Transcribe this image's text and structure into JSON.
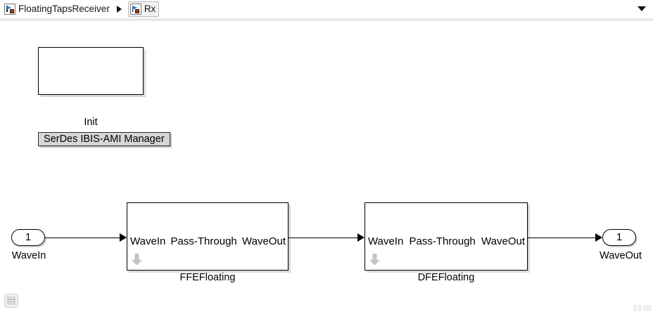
{
  "breadcrumb": {
    "items": [
      {
        "label": "FloatingTapsReceiver",
        "icon": "simulink-model-icon",
        "active": false
      },
      {
        "label": "Rx",
        "icon": "simulink-subsystem-icon",
        "active": true
      }
    ],
    "separator": "chevron-right-icon",
    "overflow_icon": "chevron-down-icon"
  },
  "canvas": {
    "init": {
      "label": "Init",
      "body_text": ""
    },
    "serdes_button": {
      "label": "SerDes IBIS-AMI Manager"
    },
    "ports": {
      "input": {
        "number": "1",
        "label": "WaveIn"
      },
      "output": {
        "number": "1",
        "label": "WaveOut"
      }
    },
    "blocks": [
      {
        "name": "FFEFloating",
        "input_label": "WaveIn",
        "mode_label": "Pass-Through",
        "output_label": "WaveOut",
        "mask_icon": "down-arrow-icon"
      },
      {
        "name": "DFEFloating",
        "input_label": "WaveIn",
        "mode_label": "Pass-Through",
        "output_label": "WaveOut",
        "mask_icon": "down-arrow-icon"
      }
    ]
  },
  "status_bar": {
    "layers_icon": "layers-icon",
    "resize_grip": "resize-grip-icon"
  },
  "colors": {
    "canvas_background": "#ffffff",
    "block_border": "#000000",
    "block_shadow": "#d8d8d8",
    "button_face": "#d6d6d6",
    "mask_arrow": "#c0c0c0",
    "icon_blue": "#2a6fc4",
    "icon_red": "#8d3b1c"
  }
}
